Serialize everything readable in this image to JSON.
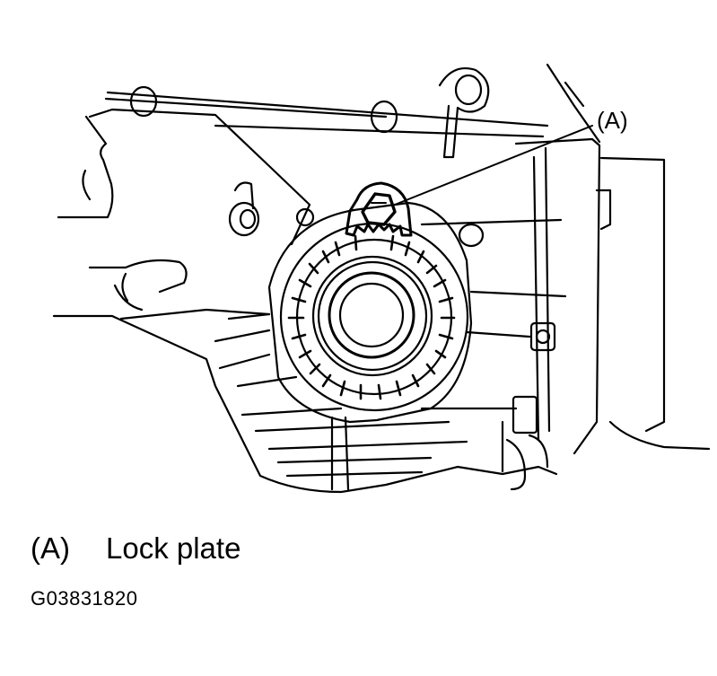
{
  "callout": {
    "key": "(A)"
  },
  "legend": {
    "key": "(A)",
    "text": "Lock plate"
  },
  "figure_code": "G03831820"
}
